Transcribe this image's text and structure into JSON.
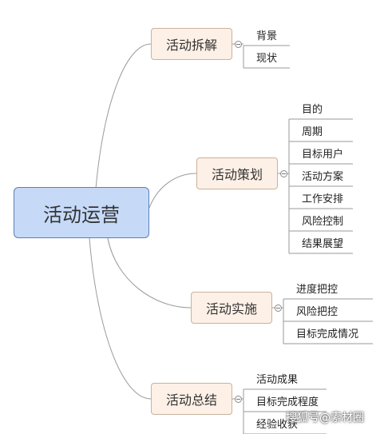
{
  "root": "活动运营",
  "branches": [
    {
      "label": "活动拆解",
      "children": [
        "背景",
        "现状"
      ]
    },
    {
      "label": "活动策划",
      "children": [
        "目的",
        "周期",
        "目标用户",
        "活动方案",
        "工作安排",
        "风险控制",
        "结果展望"
      ]
    },
    {
      "label": "活动实施",
      "children": [
        "进度把控",
        "风险把控",
        "目标完成情况"
      ]
    },
    {
      "label": "活动总结",
      "children": [
        "活动成果",
        "目标完成程度",
        "经验收获"
      ]
    }
  ],
  "watermark": "搜狐号@素材圈",
  "colors": {
    "root_fill": "#c6daf8",
    "root_border": "#5b7fb5",
    "branch_fill": "#fdf0e6",
    "branch_border": "#c9b39c",
    "line": "#9a9a9a"
  }
}
